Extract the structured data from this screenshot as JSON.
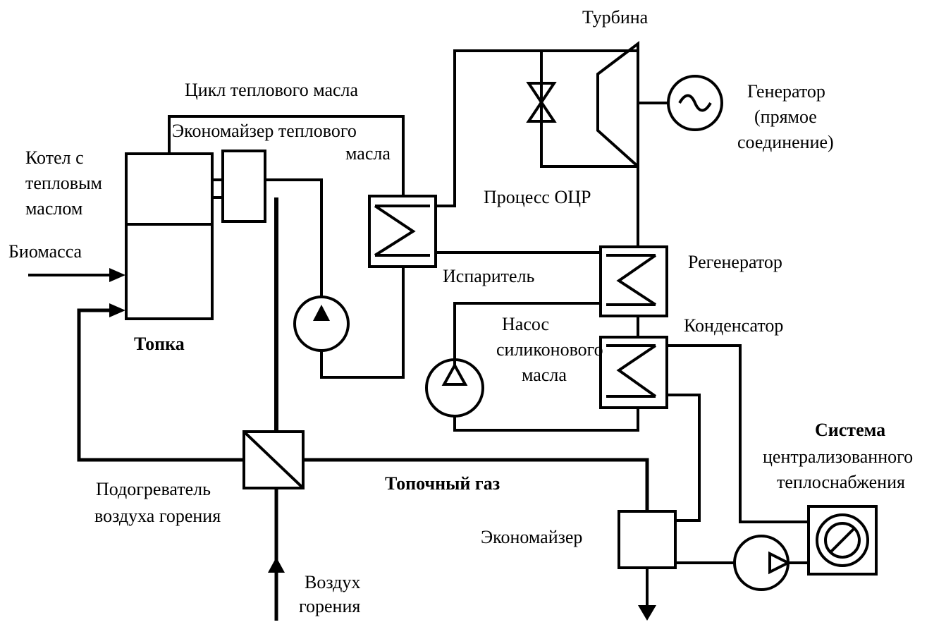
{
  "labels": {
    "turbine": "Турбина",
    "oil_cycle": "Цикл теплового масла",
    "oil_economizer_1": "Экономайзер теплового",
    "oil_economizer_2": "масла",
    "boiler_1": "Котел с",
    "boiler_2": "тепловым",
    "boiler_3": "маслом",
    "biomass": "Биомасса",
    "furnace": "Топка",
    "generator_1": "Генератор",
    "generator_2": "(прямое",
    "generator_3": "соединение)",
    "orc_process": "Процесс ОЦР",
    "regenerator": "Регенератор",
    "evaporator": "Испаритель",
    "silicone_pump_1": "Насос",
    "silicone_pump_2": "силиконового",
    "silicone_pump_3": "масла",
    "condenser": "Конденсатор",
    "district_1": "Система",
    "district_2": "централизованного",
    "district_3": "теплоснабжения",
    "air_preheater_1": "Подогреватель",
    "air_preheater_2": "воздуха горения",
    "flue_gas": "Топочный газ",
    "economizer": "Экономайзер",
    "combustion_air_1": "Воздух",
    "combustion_air_2": "горения"
  }
}
